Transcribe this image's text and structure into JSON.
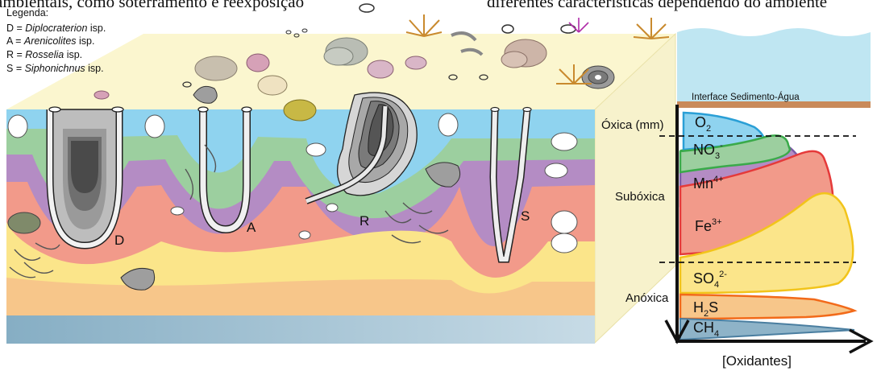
{
  "header_fragments": {
    "left": "ambientais, como soterramento e reexposição",
    "right": "diferentes características dependendo do ambiente"
  },
  "legend": {
    "title": "Legenda:",
    "items": [
      {
        "code": "D",
        "eq": " = ",
        "name": "Diplocraterion",
        "suffix": " isp."
      },
      {
        "code": "A",
        "eq": " = ",
        "name": "Arenicolites",
        "suffix": " isp."
      },
      {
        "code": "R",
        "eq": " = ",
        "name": "Rosselia",
        "suffix": " isp."
      },
      {
        "code": "S",
        "eq": " = ",
        "name": "Siphonichnus",
        "suffix": " isp."
      }
    ]
  },
  "burrows": {
    "D": "D",
    "A": "A",
    "R": "R",
    "S": "S"
  },
  "profile": {
    "interface": "Interface Sedimento-Água",
    "zones": {
      "oxic": "Óxica (mm)",
      "suboxic": "Subóxica",
      "anoxic": "Anóxica"
    },
    "axis_label": "[Oxidantes]",
    "species": [
      {
        "base": "O",
        "sub": "2",
        "sup": "",
        "color": "#2a9fd6"
      },
      {
        "base": "NO",
        "sub": "3",
        "sup": "-",
        "color": "#3aaa4a"
      },
      {
        "base": "Mn",
        "sub": "",
        "sup": "4+",
        "color": "#7b5ba6"
      },
      {
        "base": "Fe",
        "sub": "",
        "sup": "3+",
        "color": "#e53a3a"
      },
      {
        "base": "SO",
        "sub": "4",
        "sup": "2-",
        "color": "#f2c41a"
      },
      {
        "base": "H",
        "sub": "2",
        "sup": "",
        "tail": "S",
        "color": "#f26a1a"
      },
      {
        "base": "CH",
        "sub": "4",
        "sup": "",
        "color": "#4a7ea0"
      }
    ]
  },
  "colors": {
    "sky": "#bfe6f2",
    "top_surface": "#fbf6cf",
    "water_band": "#8fd3ef",
    "green_band": "#9ccf9f",
    "purple_band": "#b48cc4",
    "red_band": "#f29a8a",
    "yellow_band": "#fbe58a",
    "orange_band": "#f7c68a",
    "base_band": "#8eb3c8",
    "side_face": "#f7f2cc",
    "interface_bar": "#c98a5a"
  }
}
